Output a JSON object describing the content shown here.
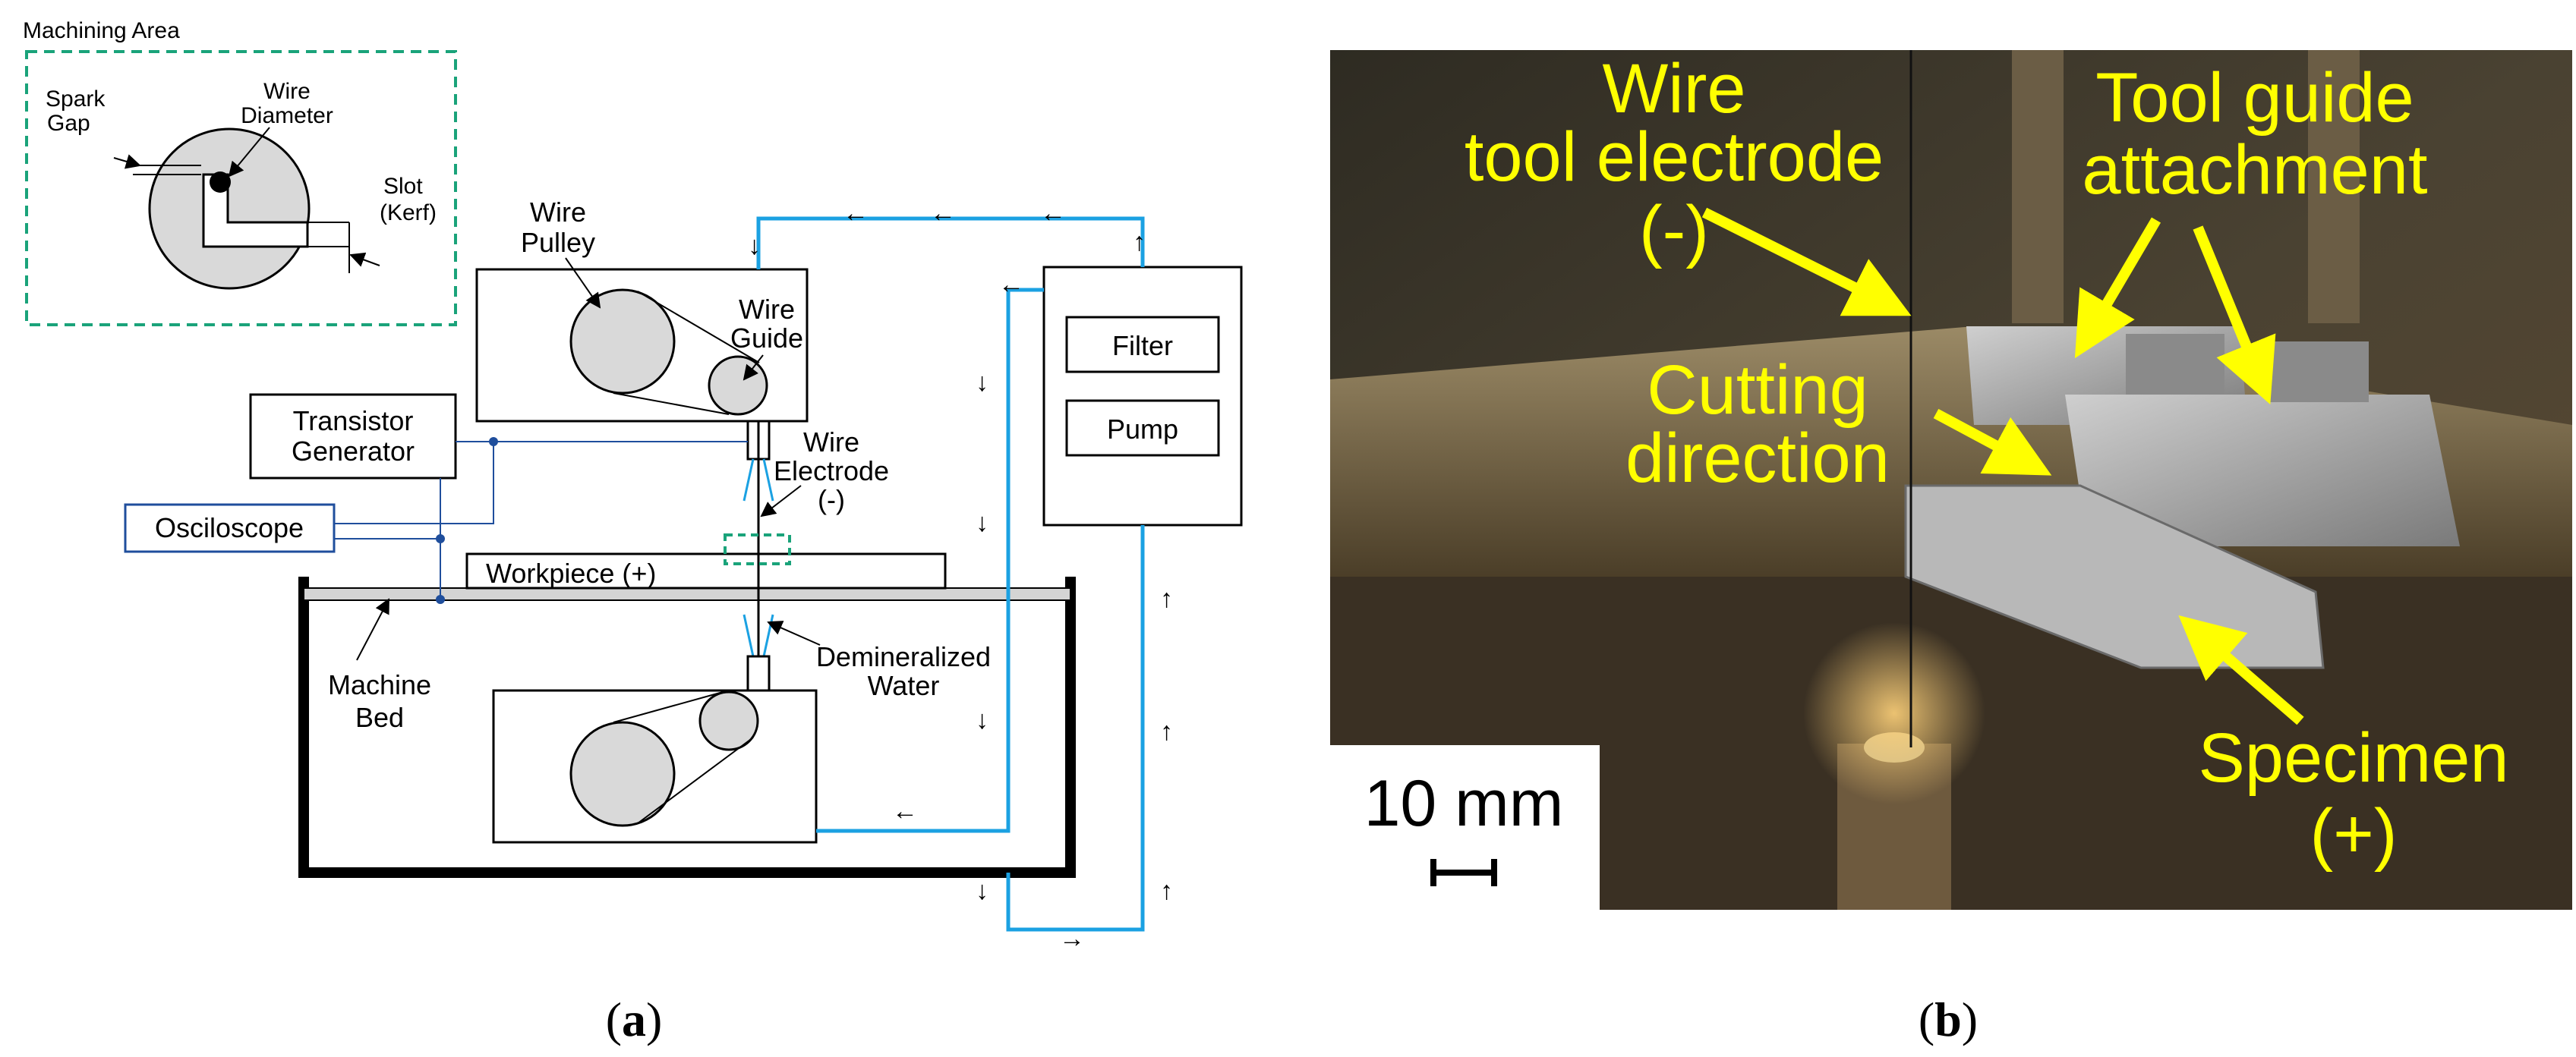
{
  "diagram": {
    "machining_area": {
      "title": "Machining Area",
      "spark_gap": [
        "Spark",
        "Gap"
      ],
      "wire_diameter": [
        "Wire",
        "Diameter"
      ],
      "slot": [
        "Slot",
        "(Kerf)"
      ]
    },
    "wire_pulley": [
      "Wire",
      "Pulley"
    ],
    "wire_guide": [
      "Wire",
      "Guide"
    ],
    "filter": "Filter",
    "pump": "Pump",
    "transistor_generator": [
      "Transistor",
      "Generator"
    ],
    "osciloscope": "Osciloscope",
    "wire_electrode": [
      "Wire",
      "Electrode",
      "(-)"
    ],
    "workpiece": "Workpiece (+)",
    "machine_bed": [
      "Machine",
      "Bed"
    ],
    "demineralized_water": [
      "Demineralized",
      "Water"
    ],
    "colors": {
      "water": "#1ba1e2",
      "machining_box": "#1aa37a",
      "osciloscope": "#1f4e9c"
    },
    "caption": {
      "open": "(",
      "letter": "a",
      "close": ")"
    }
  },
  "photo": {
    "wire_tool_electrode": [
      "Wire",
      "tool electrode",
      "(-)"
    ],
    "tool_guide_attachment": [
      "Tool guide",
      "attachment"
    ],
    "cutting_direction": [
      "Cutting",
      "direction"
    ],
    "specimen": [
      "Specimen",
      "(+)"
    ],
    "scale_bar": "10 mm",
    "label_color": "#ffff00",
    "caption": {
      "open": "(",
      "letter": "b",
      "close": ")"
    }
  }
}
